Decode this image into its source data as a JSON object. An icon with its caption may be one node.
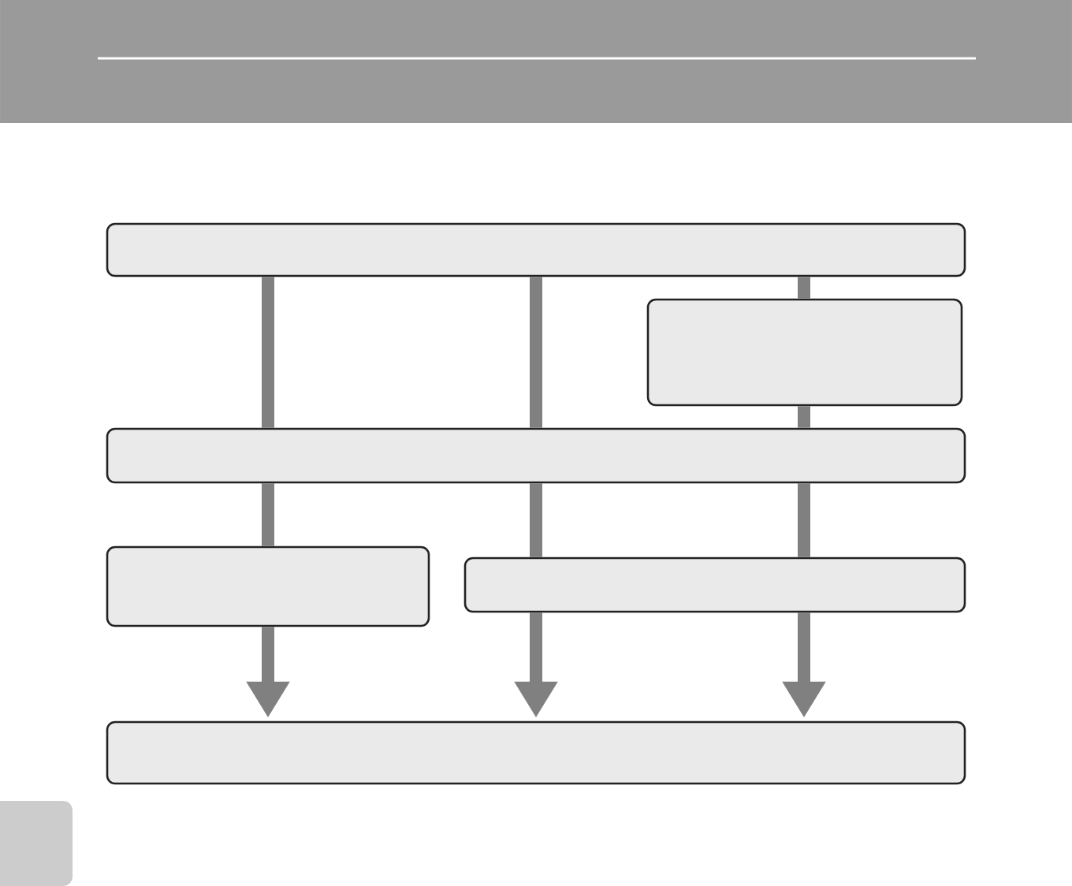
{
  "diagram": {
    "nodes": [
      {
        "text": [],
        "shape": "box"
      },
      {
        "text": [],
        "shape": "box"
      },
      {
        "text": [],
        "shape": "box"
      },
      {
        "text": [],
        "shape": "box"
      },
      {
        "text": [],
        "shape": "box"
      },
      {
        "text": [],
        "shape": "box"
      }
    ],
    "edges": [
      {
        "from": 0,
        "to": 2,
        "arrow": "none"
      },
      {
        "from": 0,
        "to": 2,
        "arrow": "none"
      },
      {
        "from": 0,
        "to": 1,
        "arrow": "none"
      },
      {
        "from": 1,
        "to": 2,
        "arrow": "none"
      },
      {
        "from": 2,
        "to": 3,
        "arrow": "none"
      },
      {
        "from": 2,
        "to": 4,
        "arrow": "none"
      },
      {
        "from": 2,
        "to": 4,
        "arrow": "none"
      },
      {
        "from": 3,
        "to": 5,
        "arrow": "to"
      },
      {
        "from": 4,
        "to": 5,
        "arrow": "to"
      },
      {
        "from": 4,
        "to": 5,
        "arrow": "to"
      }
    ]
  }
}
